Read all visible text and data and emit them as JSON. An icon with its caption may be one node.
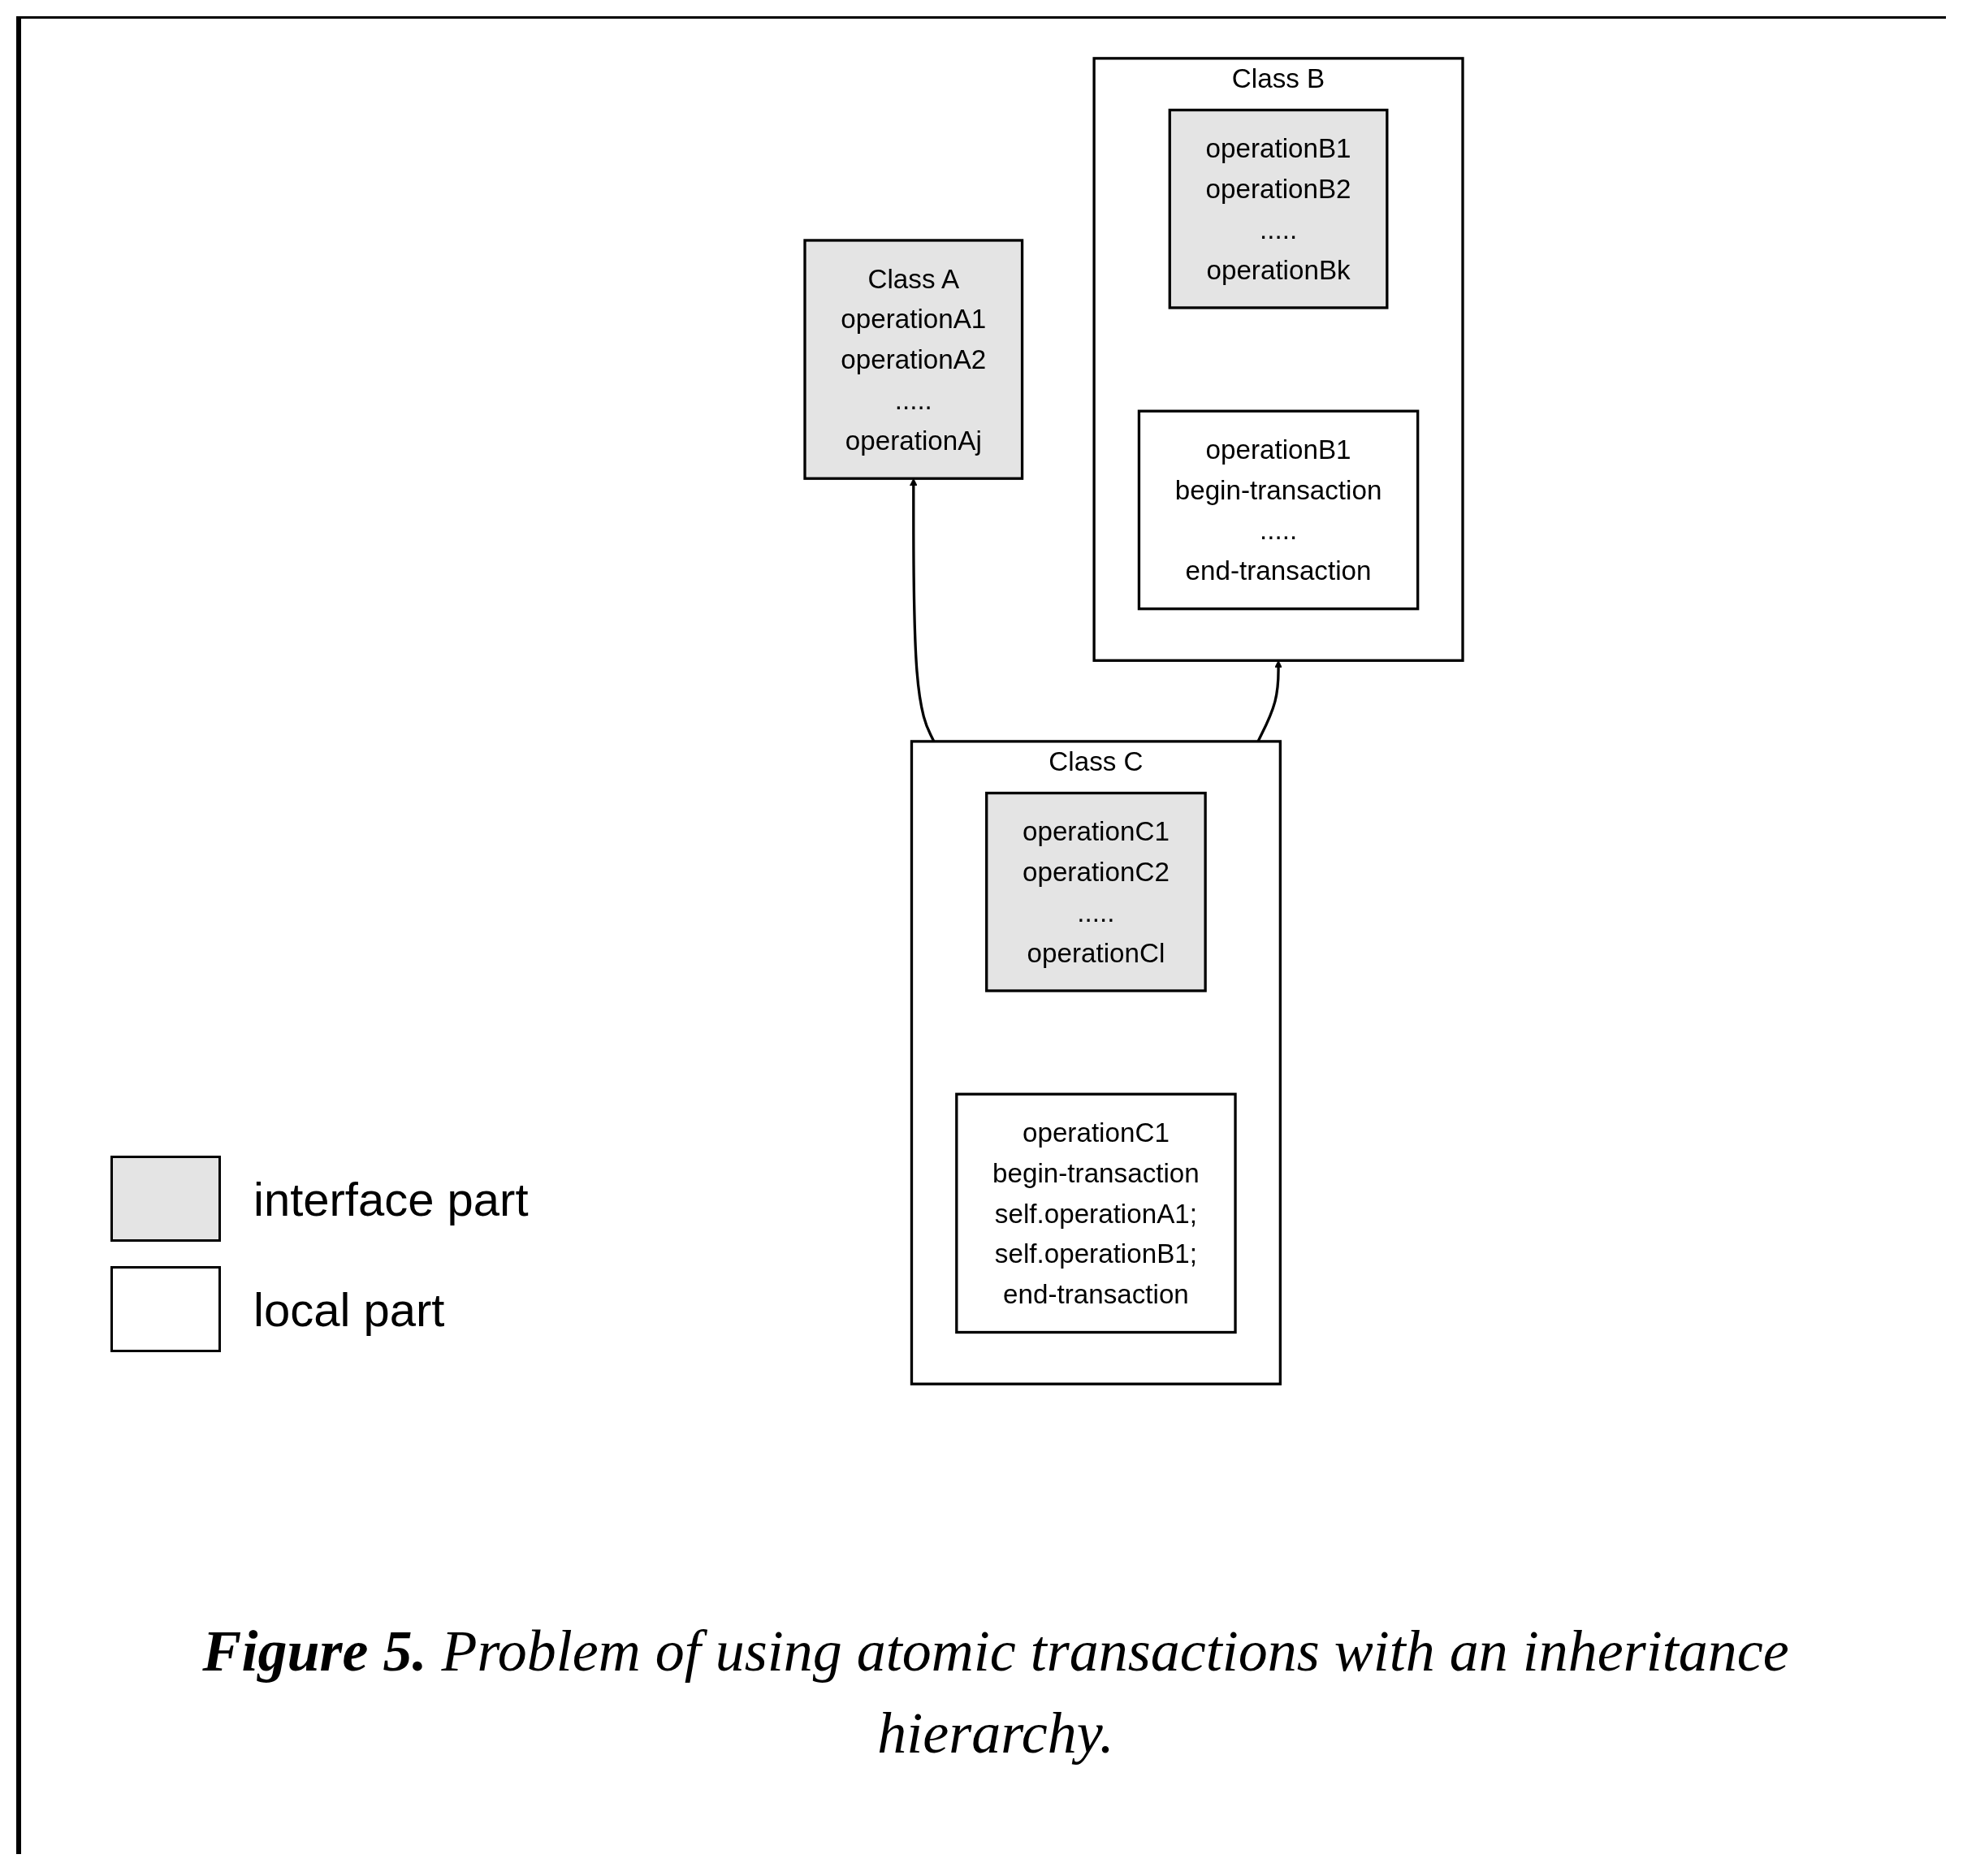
{
  "diagram": {
    "caption": "**Figure 5.** Problem of using atomic transactions with an inheritance hierarchy.",
    "nodes": [
      {
        "text": [
          "Class A",
          "operationA1 operationA2 ..... operationAj"
        ]
      },
      {
        "text": [
          "Class B"
        ]
      },
      {
        "text": [
          "operationB1 operationB2 ..... operationBk"
        ],
        "in": 1
      },
      {
        "text": [
          "operationB1 begin-transaction ..... end-transaction"
        ],
        "in": 1
      },
      {
        "text": [
          "Class C"
        ]
      },
      {
        "text": [
          "operationC1 operationC2 ..... operationCl"
        ],
        "in": 4
      },
      {
        "text": [
          "operationC1 begin-transaction self.operationA1; self.operationB1; end-transaction"
        ],
        "in": 4
      }
    ],
    "edges": [
      {
        "from": 4,
        "to": 0,
        "arrow": "to"
      },
      {
        "from": 4,
        "to": 1,
        "arrow": "to"
      }
    ],
    "legend": [
      {
        "text": "interface part",
        "color": "#e4e4e4"
      },
      {
        "text": "local part",
        "color": "#ffffff"
      }
    ]
  }
}
